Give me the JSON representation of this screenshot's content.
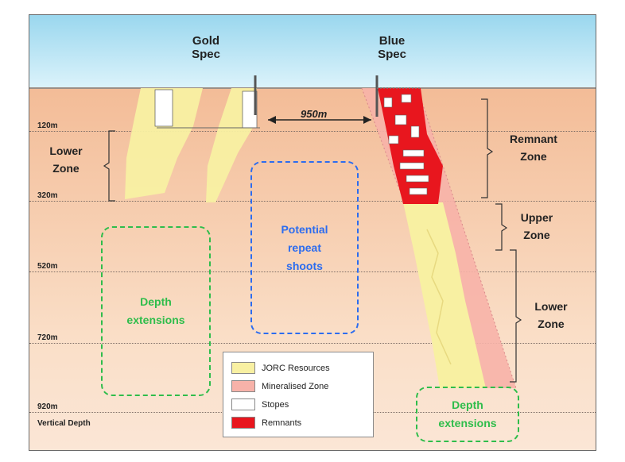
{
  "titles": {
    "gold_spec": "Gold Spec",
    "blue_spec": "Blue Spec"
  },
  "distance": "950m",
  "depths": [
    {
      "label": "120m",
      "value": 120
    },
    {
      "label": "320m",
      "value": 320
    },
    {
      "label": "520m",
      "value": 520
    },
    {
      "label": "720m",
      "value": 720
    },
    {
      "label": "920m",
      "value": 920
    }
  ],
  "depth_axis_label": "Vertical Depth",
  "zones": {
    "gold_lower": "Lower Zone",
    "remnant": "Remnant Zone",
    "upper": "Upper Zone",
    "blue_lower": "Lower Zone"
  },
  "targets": {
    "depth_left": "Depth extensions",
    "repeat": "Potential repeat shoots",
    "depth_right": "Depth extensions"
  },
  "legend": [
    {
      "label": "JORC Resources",
      "color": "#f8f0a2"
    },
    {
      "label": "Mineralised Zone",
      "color": "#f7b2a9"
    },
    {
      "label": "Stopes",
      "color": "#ffffff"
    },
    {
      "label": "Remnants",
      "color": "#e8161e"
    }
  ],
  "colors": {
    "jorc": "#f8f0a2",
    "mineralised": "#f7b2a9",
    "remnant": "#e8161e",
    "green_target": "#2fbd4b",
    "blue_target": "#2c6cef"
  }
}
